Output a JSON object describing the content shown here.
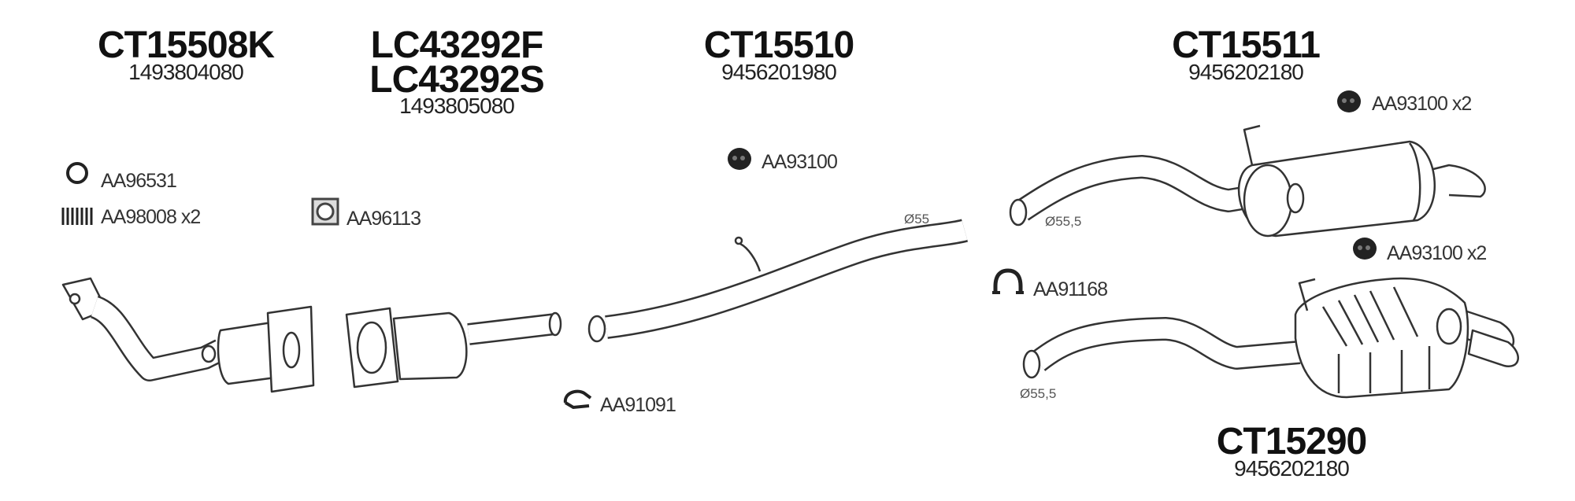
{
  "parts": [
    {
      "code": "CT15508K",
      "oem": "1493804080"
    },
    {
      "code_1": "LC43292F",
      "code_2": "LC43292S",
      "oem": "1493805080"
    },
    {
      "code": "CT15510",
      "oem": "9456201980"
    },
    {
      "code": "CT15511",
      "oem": "9456202180"
    },
    {
      "code": "CT15290",
      "oem": "9456202180"
    }
  ],
  "accessories": {
    "ring": "AA96531",
    "spring": "AA98008 x2",
    "gasket": "AA96113",
    "hanger_mid": "AA93100",
    "hanger_top_right": "AA93100 x2",
    "hanger_right": "AA93100 x2",
    "clamp_right": "AA91168",
    "clamp_mid": "AA91091"
  },
  "diameters": {
    "mid_pipe": "Ø55",
    "upper_rear": "Ø55,5",
    "lower_rear": "Ø55,5"
  }
}
